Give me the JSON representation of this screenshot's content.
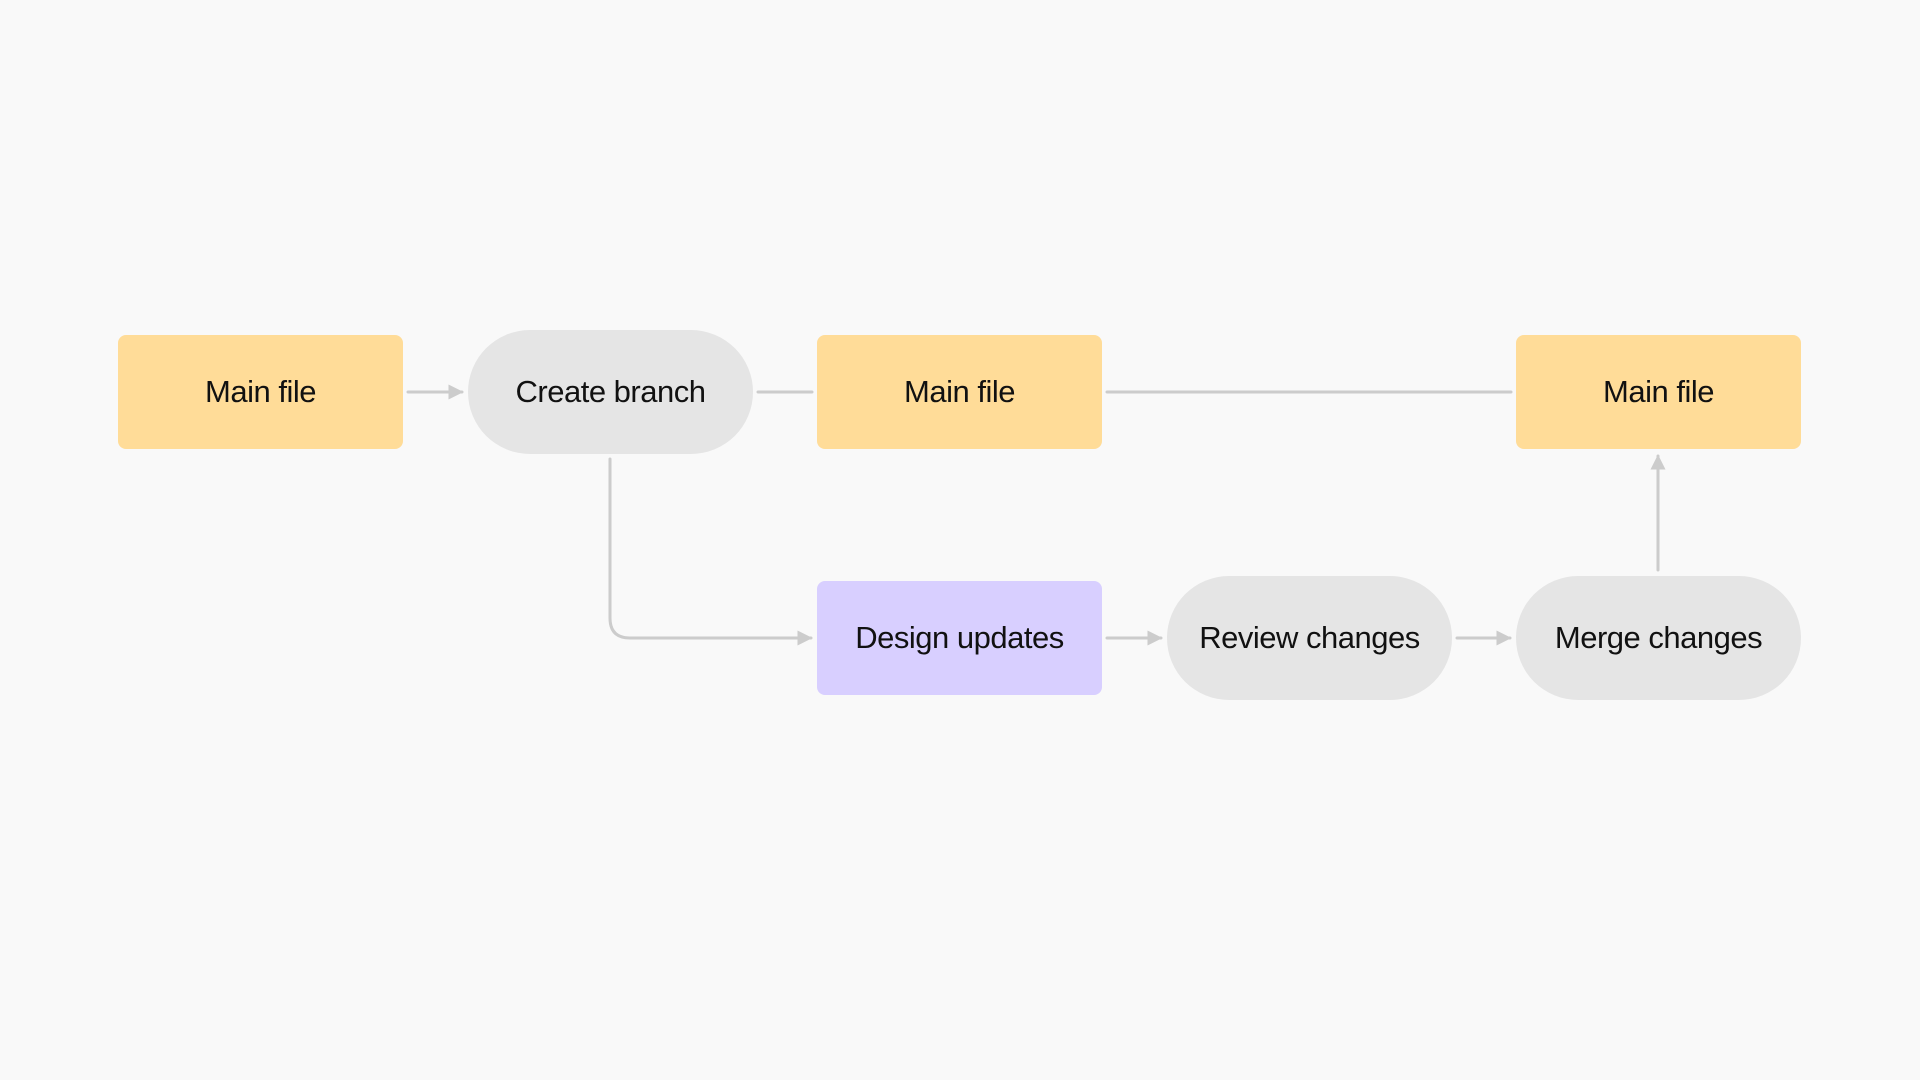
{
  "diagram": {
    "colors": {
      "background": "#f9f9f9",
      "file_node": "#ffdc98",
      "step_node": "#e5e5e5",
      "work_node": "#d8cfff",
      "connector": "#cccccc",
      "text": "#111111"
    },
    "nodes": {
      "main_file_1": {
        "label": "Main file",
        "shape": "rectangle"
      },
      "create_branch": {
        "label": "Create branch",
        "shape": "pill"
      },
      "main_file_2": {
        "label": "Main file",
        "shape": "rectangle"
      },
      "main_file_3": {
        "label": "Main file",
        "shape": "rectangle"
      },
      "design_updates": {
        "label": "Design updates",
        "shape": "rectangle"
      },
      "review_changes": {
        "label": "Review changes",
        "shape": "pill"
      },
      "merge_changes": {
        "label": "Merge changes",
        "shape": "pill"
      }
    },
    "edges": [
      {
        "from": "main_file_1",
        "to": "create_branch",
        "arrow": true
      },
      {
        "from": "create_branch",
        "to": "main_file_2",
        "arrow": false
      },
      {
        "from": "main_file_2",
        "to": "main_file_3",
        "arrow": false
      },
      {
        "from": "create_branch",
        "to": "design_updates",
        "arrow": true
      },
      {
        "from": "design_updates",
        "to": "review_changes",
        "arrow": true
      },
      {
        "from": "review_changes",
        "to": "merge_changes",
        "arrow": true
      },
      {
        "from": "merge_changes",
        "to": "main_file_3",
        "arrow": true
      }
    ]
  }
}
